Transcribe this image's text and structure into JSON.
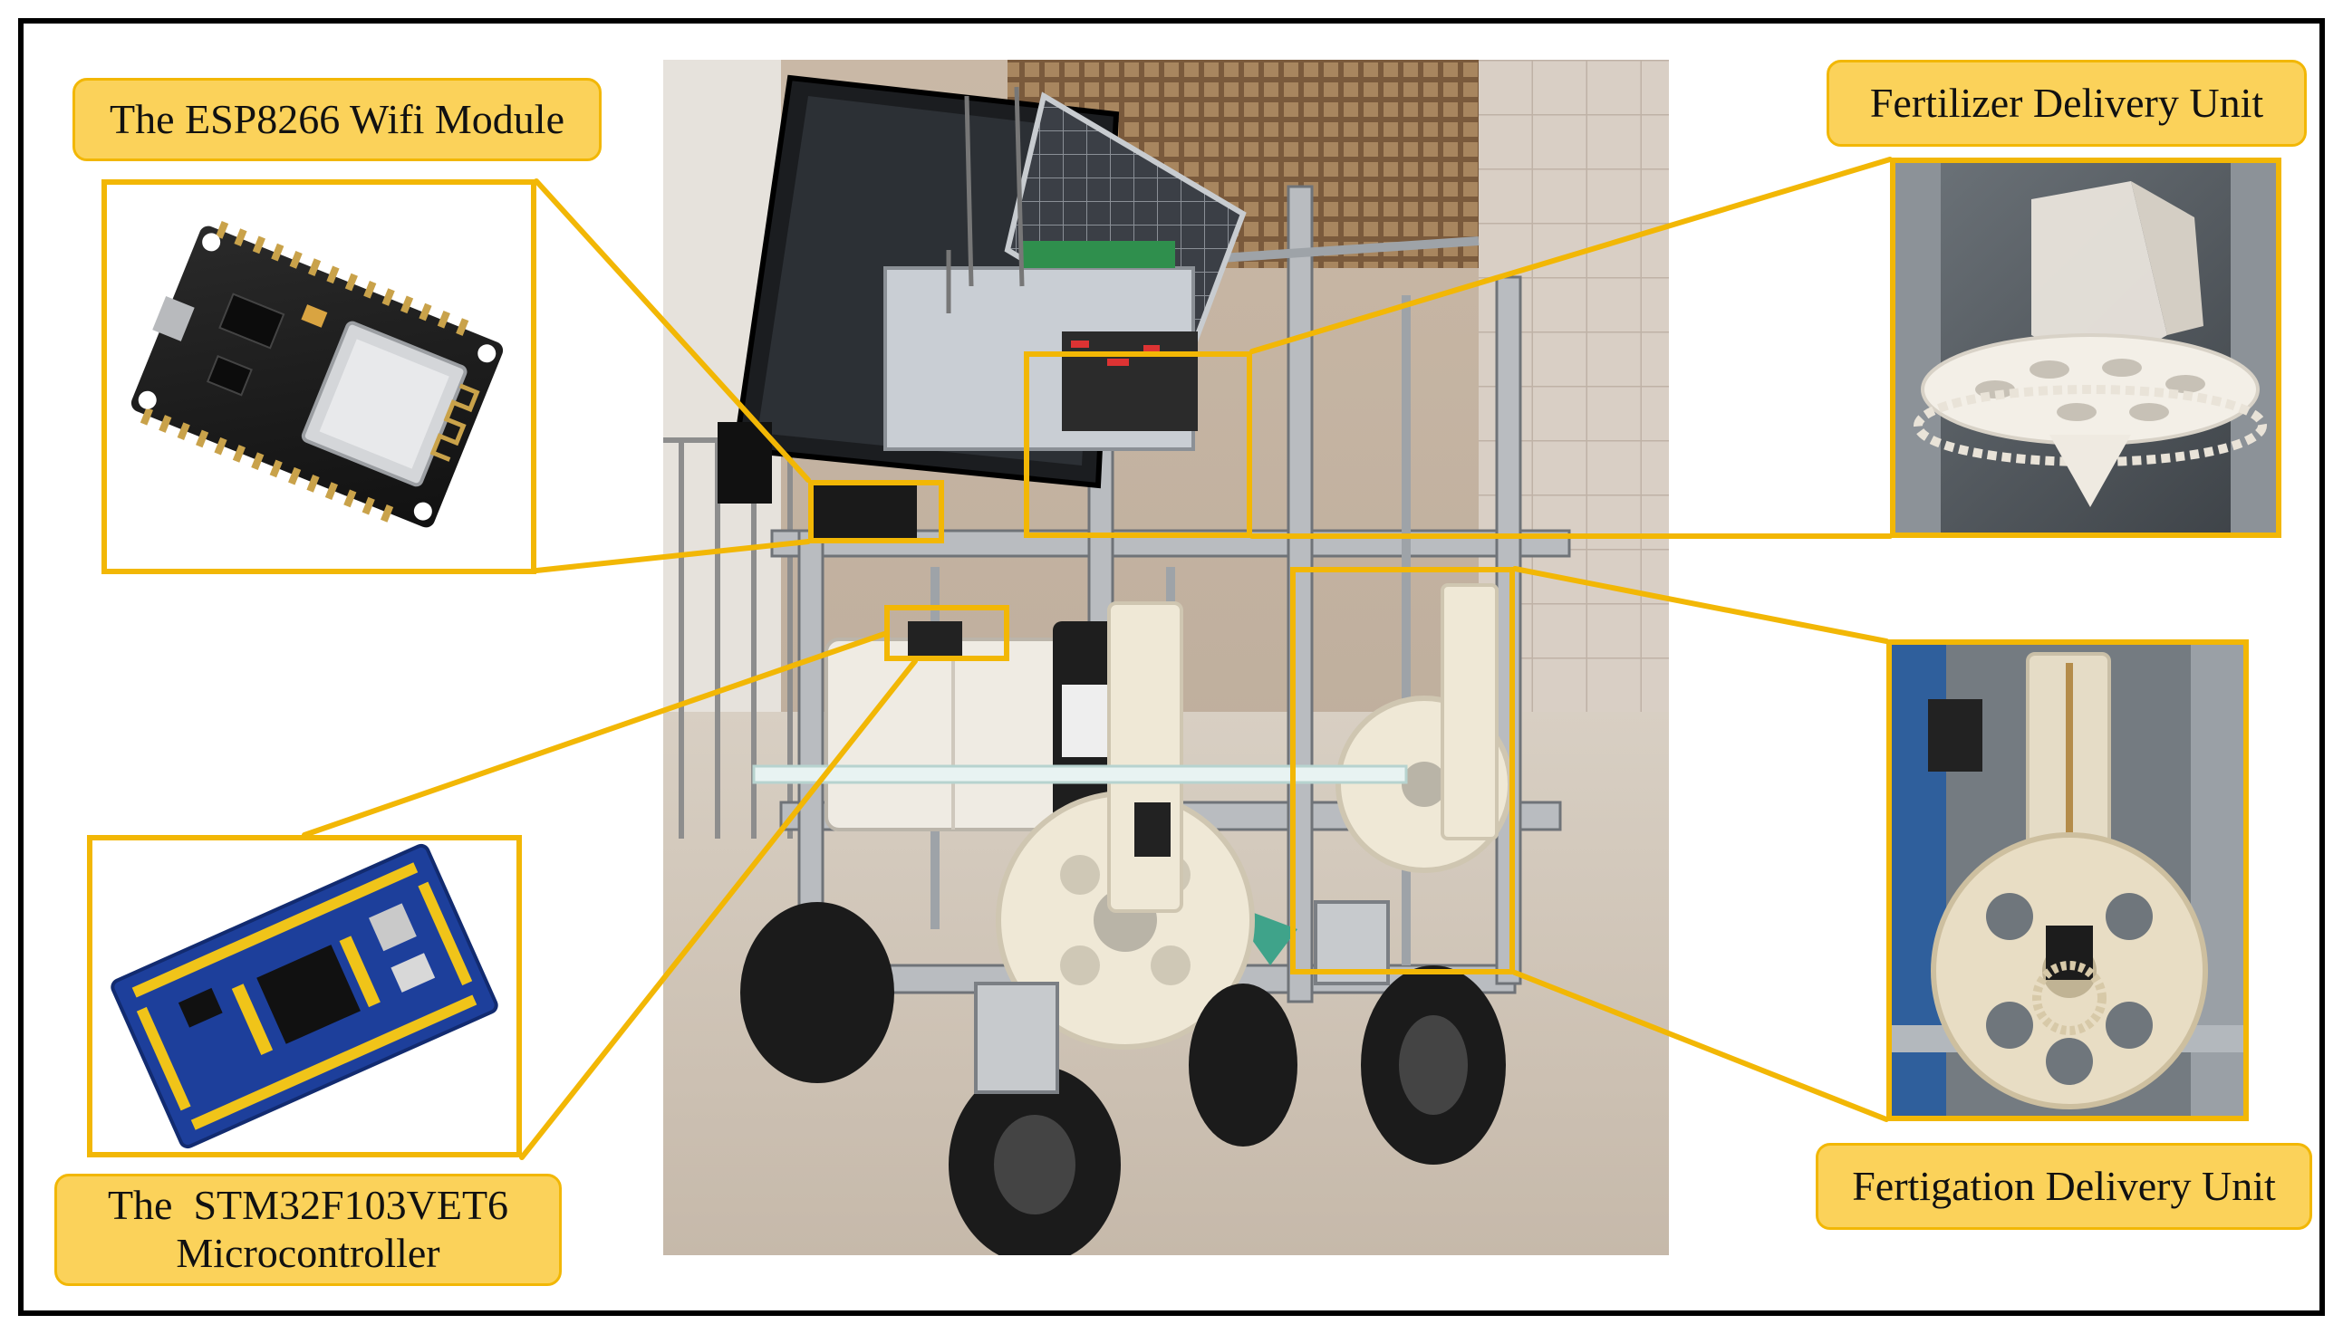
{
  "labels": {
    "wifi": "The ESP8266 Wifi Module",
    "fertilizer": "Fertilizer Delivery Unit",
    "fertigation": "Fertigation Delivery Unit",
    "mcu_line1": "The  STM32F103VET6",
    "mcu_line2": "Microcontroller"
  },
  "colors": {
    "accent": "#f2b705",
    "label_fill": "#fbd25a",
    "frame": "#000000"
  }
}
